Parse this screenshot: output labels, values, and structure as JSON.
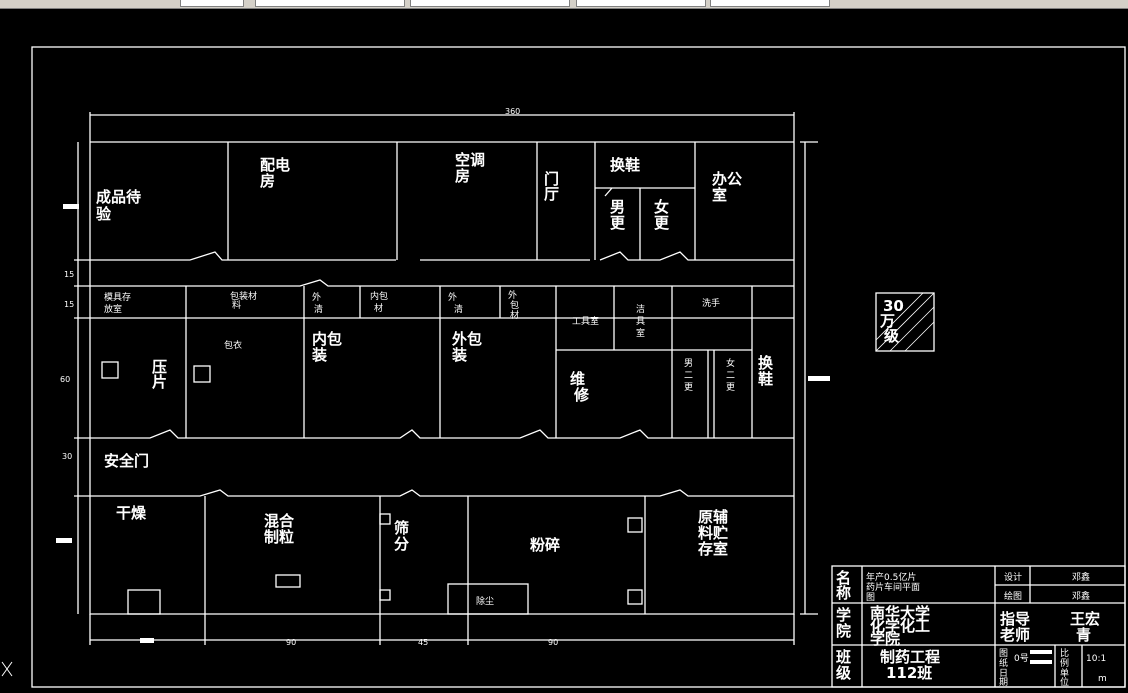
{
  "toolbar": {
    "segments": [
      "",
      "",
      "",
      "",
      ""
    ]
  },
  "colors": {
    "background": "#000000",
    "lines": "#ffffff",
    "toolbar": "#d4d0c8"
  },
  "dimensions": {
    "top_width": "360",
    "row_height_1": "15",
    "row_height_2": "15",
    "row_height_3": "60",
    "row_height_4": "30",
    "bottom_1": "90",
    "bottom_2": "45",
    "bottom_3": "90"
  },
  "rooms": {
    "finished_goods": [
      "成品待",
      "验"
    ],
    "power_room": [
      "配电",
      "房"
    ],
    "ac_room": [
      "空调",
      "房"
    ],
    "lobby": [
      "门",
      "厅"
    ],
    "change_shoes": "换鞋",
    "office": [
      "办公",
      "室"
    ],
    "mens_wc": [
      "男",
      "更"
    ],
    "womens_wc": [
      "女",
      "更"
    ],
    "mold_storage": [
      "模具存",
      "放室"
    ],
    "pack_storage": [
      "包装材",
      "料"
    ],
    "outer_clean_1": [
      "外",
      "清"
    ],
    "inner_pack_material": [
      "内包",
      "材"
    ],
    "outer_clean_2": [
      "外",
      "清"
    ],
    "outer_pack_material": [
      "外",
      "包",
      "材"
    ],
    "tool_room": "工具室",
    "cleaning_tools": [
      "洁",
      "具",
      "室"
    ],
    "hand_wash": "洗手",
    "tablet_press": [
      "压",
      "片"
    ],
    "coating": "包衣",
    "inner_pack": [
      "内包",
      "装"
    ],
    "outer_pack": [
      "外包",
      "装"
    ],
    "maintenance": [
      "维",
      "修"
    ],
    "mens_wc_2": [
      "男",
      "二",
      "更"
    ],
    "womens_wc_2": [
      "女",
      "二",
      "更"
    ],
    "change_shoes_2": [
      "换",
      "鞋"
    ],
    "safety_door": "安全门",
    "drying": "干燥",
    "mix_granulate": [
      "混合",
      "制粒"
    ],
    "sieving": [
      "筛",
      "分"
    ],
    "crushing": "粉碎",
    "raw_material_storage": [
      "原辅",
      "料贮",
      "存室"
    ],
    "dust_removal": "除尘"
  },
  "legend_box": [
    "30",
    "万",
    "级"
  ],
  "title_block": {
    "name_label": [
      "名",
      "称"
    ],
    "name_value": [
      "年产0.5亿片",
      "药片车间平面",
      "图"
    ],
    "design_label": "设计",
    "design_value": "邓鑫",
    "draw_label": "绘图",
    "draw_value": "邓鑫",
    "school_label": [
      "学",
      "院"
    ],
    "school_value": [
      "南华大学",
      "化学化工",
      "学院"
    ],
    "advisor_label": [
      "指导",
      "老师"
    ],
    "advisor_value": [
      "王宏",
      "青"
    ],
    "class_label": [
      "班",
      "级"
    ],
    "class_value": [
      "制药工程",
      "112班"
    ],
    "sheet_label": [
      "图",
      "纸"
    ],
    "sheet_value": "0号",
    "scale_label": [
      "比",
      "例"
    ],
    "scale_value": "10:1",
    "date_label": [
      "日",
      "期"
    ],
    "unit_label": [
      "单",
      "位"
    ],
    "unit_value": "m"
  }
}
